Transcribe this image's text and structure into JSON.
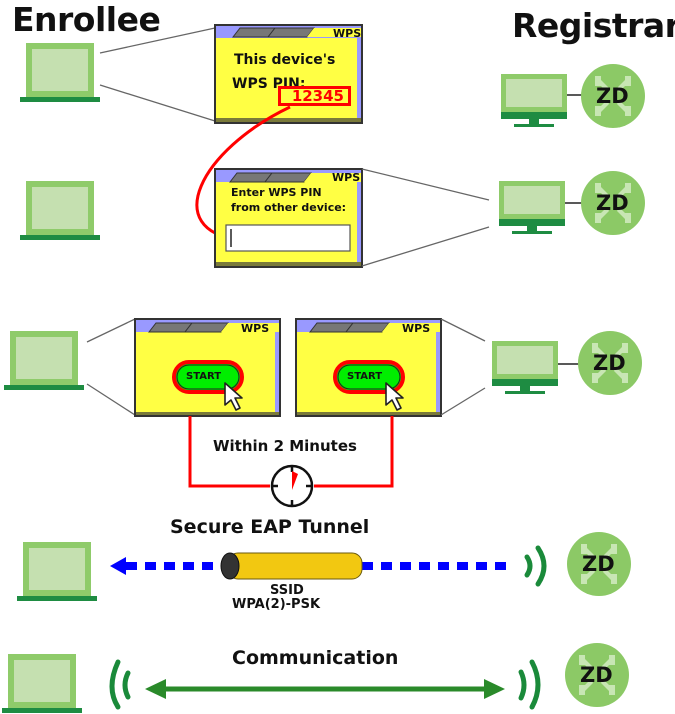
{
  "headings": {
    "enrollee": "Enrollee",
    "registrar": "Registrar"
  },
  "pin_method": {
    "enrollee_window": {
      "tab_label": "WPS",
      "line1": "This device's",
      "line2": "WPS PIN:",
      "pin_value": "12345"
    },
    "registrar_window": {
      "tab_label": "WPS",
      "line1": "Enter WPS PIN",
      "line2": "from other device:",
      "pin_input_value": ""
    }
  },
  "button_method": {
    "enrollee_window": {
      "tab_label": "WPS",
      "button_label": "START"
    },
    "registrar_window": {
      "tab_label": "WPS",
      "button_label": "START"
    },
    "timer_label": "Within 2 Minutes"
  },
  "tunnel": {
    "title": "Secure EAP Tunnel",
    "ssid_label": "SSID",
    "security_label": "WPA(2)-PSK"
  },
  "communication": {
    "label": "Communication"
  },
  "zd_badge": "ZD",
  "colors": {
    "device_light": "#c5e0b0",
    "device_frame": "#8fcb6a",
    "device_base": "#1e8c42",
    "zd_circle": "#8cc966",
    "window_yellow": "#ffff44",
    "window_titlebar": "#9999ff",
    "pin_red": "#ff0000",
    "start_green": "#00ee00",
    "tunnel_yellow": "#f2c811",
    "dashed_blue": "#0000ff",
    "comm_green": "#2a8a2a",
    "wifi_green": "#1a8a3a"
  }
}
